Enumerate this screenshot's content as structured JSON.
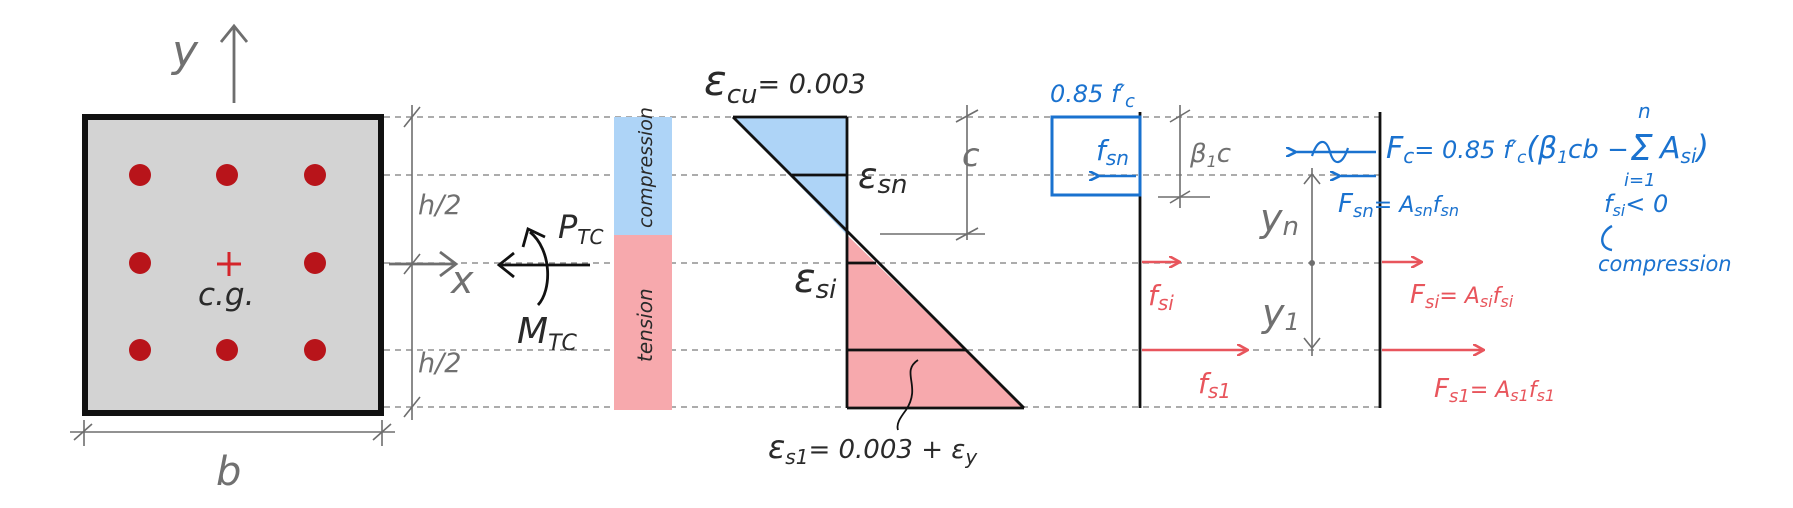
{
  "colors": {
    "concrete_fill": "#d3d3d3",
    "rebar": "#b8141a",
    "cg_mark": "#d4242a",
    "compression_fill": "#aed4f7",
    "tension_fill": "#f7a9ad",
    "blue_force": "#1a72cf",
    "red_force": "#e8555c",
    "ink": "#111111",
    "grey_line": "#6e6e6e"
  },
  "icons": {
    "y_axis": "arrow-up-icon",
    "x_axis": "arrow-right-icon",
    "moment": "curved-arrow-icon",
    "load": "arrow-left-icon"
  },
  "section": {
    "axis_y": "y",
    "axis_x": "x",
    "cg_label": "c.g.",
    "width_label": "b",
    "half_height_top": "h/2",
    "half_height_bottom": "h/2",
    "rebar_count": 8
  },
  "loads": {
    "axial": "P",
    "axial_sub": "TC",
    "moment": "M",
    "moment_sub": "TC"
  },
  "zones": {
    "compression": "compression",
    "tension": "tension"
  },
  "strain": {
    "top": "ε",
    "top_sub": "cu",
    "top_value": "= 0.003",
    "sn": "ε",
    "sn_sub": "sn",
    "si": "ε",
    "si_sub": "si",
    "s1": "ε",
    "s1_sub": "s1",
    "s1_value": "= 0.003 + ε",
    "s1_value_sub": "y",
    "depth_label": "c"
  },
  "stress": {
    "block_label": "0.85 f′",
    "block_label_sub": "c",
    "beta_label": "β",
    "beta_sub": "1",
    "beta_tail": "c",
    "fsn": "f",
    "fsn_sub": "sn",
    "fsi": "f",
    "fsi_sub": "si",
    "fs1": "f",
    "fs1_sub": "s1"
  },
  "forces": {
    "fc_main": "F",
    "fc_main_sub": "c",
    "fc_formula": "= 0.85 f′",
    "fc_formula_sub": "c",
    "fc_paren": "(β",
    "fc_paren_sub": "1",
    "fc_tail": "cb −",
    "sum_sign": "Σ",
    "sum_top": "n",
    "sum_bottom": "i=1",
    "sum_term": "A",
    "sum_term_sub": "si",
    "sum_close": ")",
    "cond": "f",
    "cond_sub": "si",
    "cond_tail": "< 0",
    "cond_note": "compression",
    "fsn": "F",
    "fsn_sub": "sn",
    "fsn_eq": "= A",
    "fsn_eq_sub": "sn",
    "fsn_eq_tail": "f",
    "fsn_eq_tail_sub": "sn",
    "fsi": "F",
    "fsi_sub": "si",
    "fsi_eq": "= A",
    "fsi_eq_sub": "si",
    "fsi_eq_tail": "f",
    "fsi_eq_tail_sub": "si",
    "fs1": "F",
    "fs1_sub": "s1",
    "fs1_eq": "= A",
    "fs1_eq_sub": "s1",
    "fs1_eq_tail": "f",
    "fs1_eq_tail_sub": "s1",
    "yn": "y",
    "yn_sub": "n",
    "y1": "y",
    "y1_sub": "1"
  }
}
